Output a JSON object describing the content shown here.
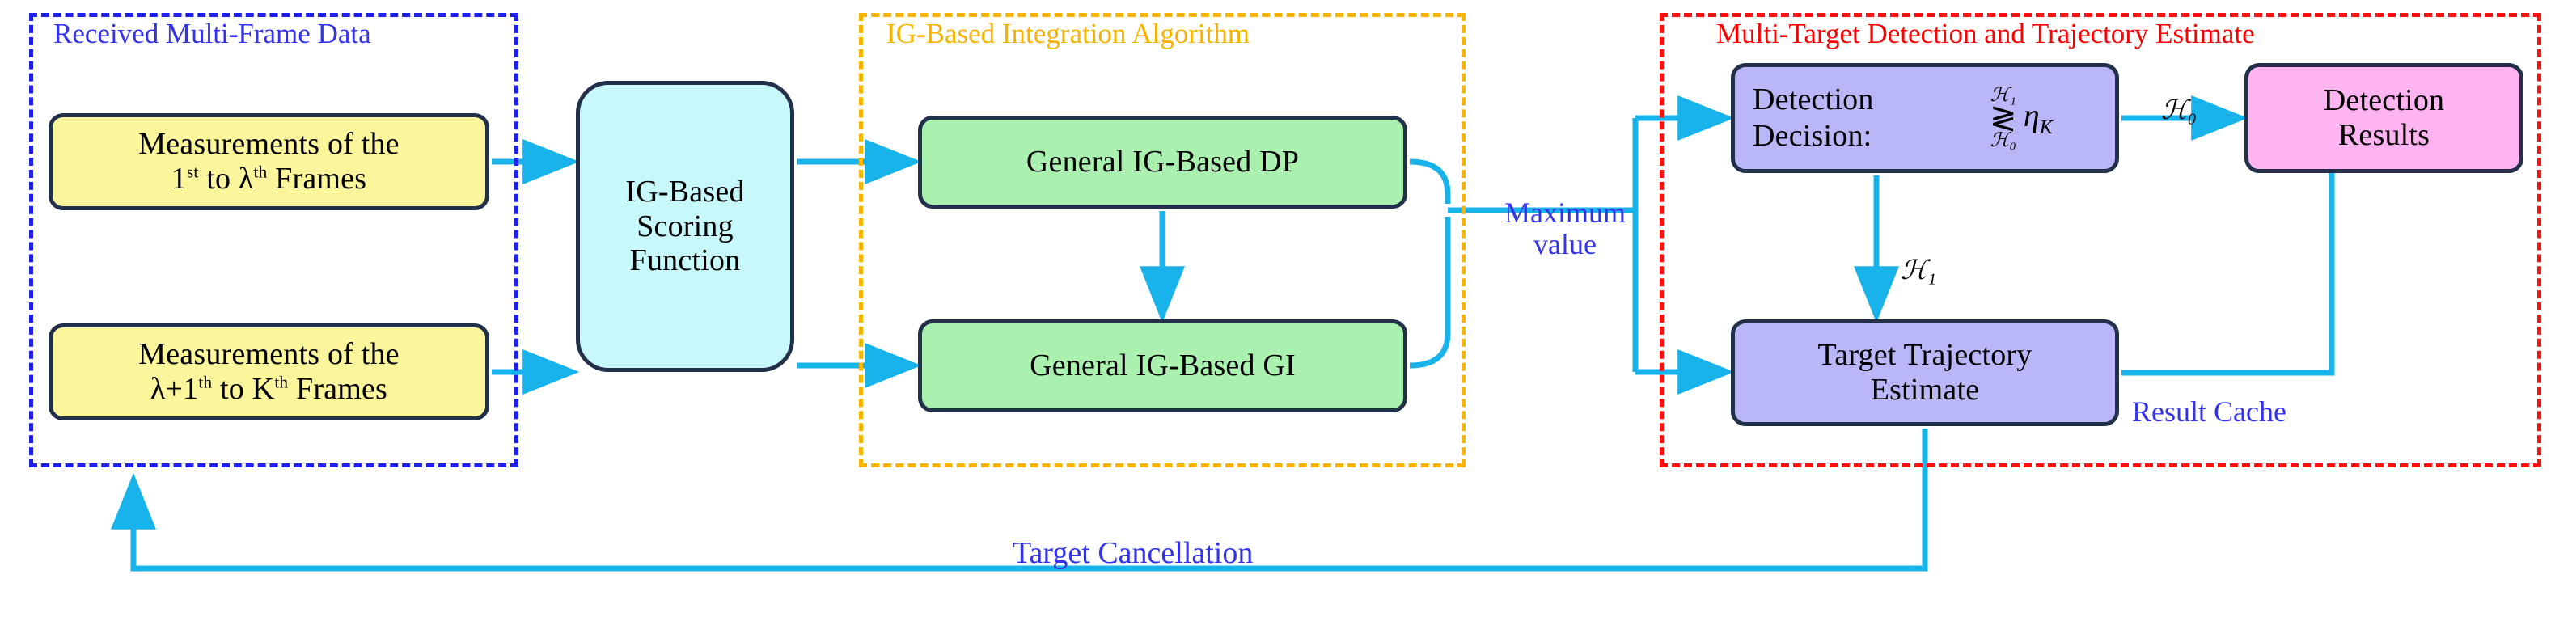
{
  "diagram": {
    "title": "IG-Based Multi-Frame Detection and Trajectory Estimation Flowchart",
    "colors": {
      "arrow": "#17b3ea",
      "box_border": "#23304a",
      "group_received": "#2020ee",
      "group_integration": "#f8b400",
      "group_detection": "#ff1010",
      "fill_measurement": "#fbf59b",
      "fill_scoring": "#c7f9fa",
      "fill_integration": "#aaf0ae",
      "fill_decision": "#b9b7f7",
      "fill_results": "#ffb4f2",
      "label_blue": "#3333ee"
    }
  },
  "groups": {
    "received": {
      "title": "Received Multi-Frame Data"
    },
    "integration": {
      "title": "IG-Based Integration Algorithm"
    },
    "detection": {
      "title": "Multi-Target Detection and Trajectory Estimate"
    }
  },
  "boxes": {
    "measurements_first": {
      "line1": "Measurements of the",
      "line2_pre": "1",
      "line2_sup1": "st",
      "line2_mid": " to λ",
      "line2_sup2": "th",
      "line2_post": " Frames"
    },
    "measurements_second": {
      "line1": "Measurements of the",
      "line2_pre": "λ+1",
      "line2_sup1": "th",
      "line2_mid": " to K",
      "line2_sup2": "th",
      "line2_post": " Frames"
    },
    "scoring": {
      "line1": "IG-Based",
      "line2": "Scoring",
      "line3": "Function"
    },
    "general_dp": {
      "label": "General IG-Based DP"
    },
    "general_gi": {
      "label": "General IG-Based GI"
    },
    "decision": {
      "line1": "Detection",
      "line2": "Decision:",
      "math_upper": "ℋ₁",
      "math_compare": "≷",
      "math_lower": "ℋ₀",
      "math_threshold": "η",
      "math_threshold_sub": "K"
    },
    "trajectory": {
      "line1": "Target  Trajectory",
      "line2": "Estimate"
    },
    "detection_results": {
      "line1": "Detection",
      "line2": "Results"
    }
  },
  "labels": {
    "maximum_value_line1": "Maximum",
    "maximum_value_line2": "value",
    "h0_to_results": "ℋ₀",
    "h1_to_trajectory": "ℋ₁",
    "result_cache": "Result Cache",
    "target_cancellation": "Target Cancellation"
  },
  "icons": {
    "arrow_head": "arrow-head-icon"
  }
}
